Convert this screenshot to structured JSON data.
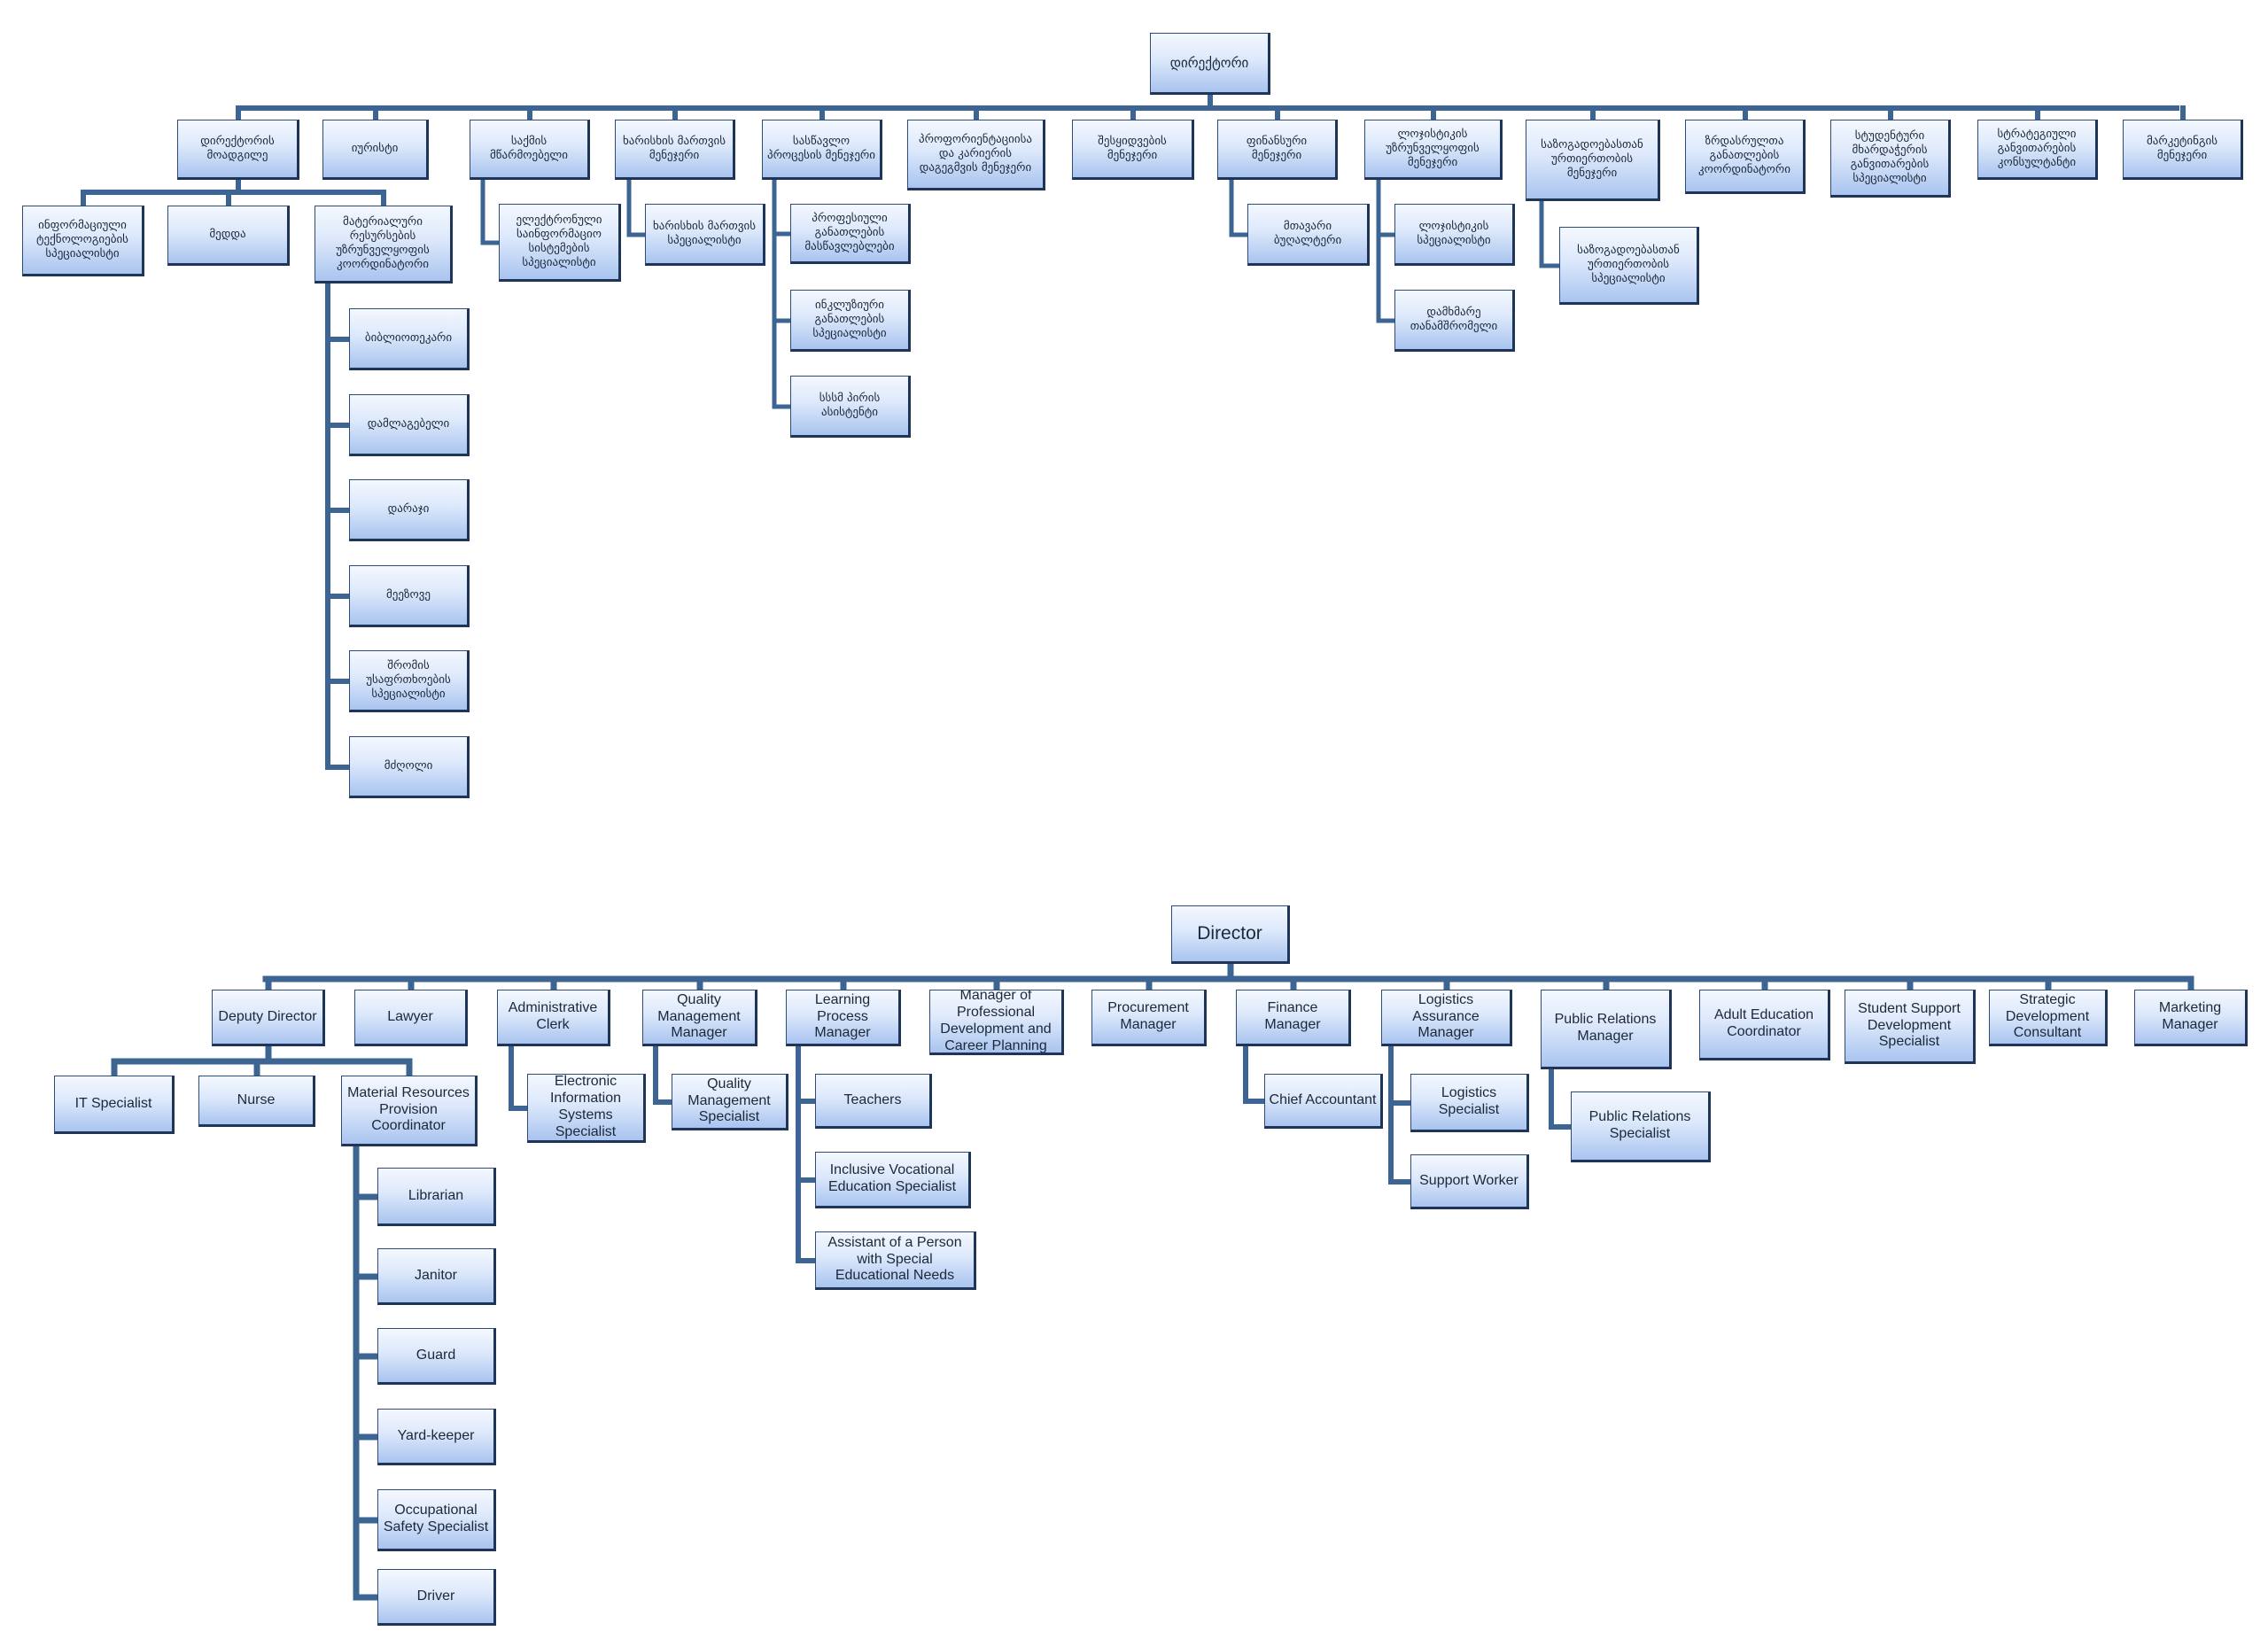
{
  "charts": {
    "georgian": {
      "root": "დირექტორი",
      "top": [
        "დირექტორის მოადგილე",
        "იურისტი",
        "საქმის მწარმოებელი",
        "ხარისხის მართვის მენეჯერი",
        "სასწავლო პროცესის მენეჯერი",
        "პროფორიენტაციისა და კარიერის დაგეგმვის მენეჯერი",
        "შესყიდვების მენეჯერი",
        "ფინანსური მენეჯერი",
        "ლოჯისტიკის უზრუნველყოფის მენეჯერი",
        "საზოგადოებასთან ურთიერთობის მენეჯერი",
        "ზრდასრულთა განათლების კოორდინატორი",
        "სტუდენტური მხარდაჭერის განვითარების სპეციალისტი",
        "სტრატეგიული განვითარების კონსულტანტი",
        "მარკეტინგის მენეჯერი"
      ],
      "deputy_children": [
        "ინფორმაციული ტექნოლოგიების სპეციალისტი",
        "მედდა",
        "მატერიალური რესურსების უზრუნველყოფის კოორდინატორი"
      ],
      "material_children": [
        "ბიბლიოთეკარი",
        "დამლაგებელი",
        "დარაჯი",
        "მეეზოვე",
        "შრომის უსაფრთხოების სპეციალისტი",
        "მძღოლი"
      ],
      "clerk_children": [
        "ელექტრონული საინფორმაციო სისტემების სპეციალისტი"
      ],
      "quality_children": [
        "ხარისხის მართვის სპეციალისტი"
      ],
      "learning_children": [
        "პროფესიული განათლების მასწავლებლები",
        "ინკლუზიური განათლების სპეციალისტი",
        "სსსმ პირის ასისტენტი"
      ],
      "finance_children": [
        "მთავარი ბუღალტერი"
      ],
      "logistics_children": [
        "ლოჯისტიკის სპეციალისტი",
        "დამხმარე თანამშრომელი"
      ],
      "pr_children": [
        "საზოგადოებასთან ურთიერთობის სპეციალისტი"
      ]
    },
    "english": {
      "root": "Director",
      "top": [
        "Deputy Director",
        "Lawyer",
        "Administrative Clerk",
        "Quality Management Manager",
        "Learning Process Manager",
        "Manager of Professional Development and Career Planning",
        "Procurement Manager",
        "Finance Manager",
        "Logistics Assurance Manager",
        "Public Relations Manager",
        "Adult Education Coordinator",
        "Student Support Development Specialist",
        "Strategic Development Consultant",
        "Marketing Manager"
      ],
      "deputy_children": [
        "IT  Specialist",
        "Nurse",
        "Material Resources Provision Coordinator"
      ],
      "material_children": [
        "Librarian",
        "Janitor",
        "Guard",
        "Yard-keeper",
        "Occupational Safety Specialist",
        "Driver"
      ],
      "clerk_children": [
        "Electronic Information Systems Specialist"
      ],
      "quality_children": [
        "Quality Management Specialist"
      ],
      "learning_children": [
        "Teachers",
        "Inclusive Vocational Education Specialist",
        "Assistant of a Person with Special Educational Needs"
      ],
      "finance_children": [
        "Chief Accountant"
      ],
      "logistics_children": [
        "Logistics Specialist",
        "Support Worker"
      ],
      "pr_children": [
        "Public Relations Specialist"
      ]
    }
  },
  "colors": {
    "connector": "#3d6593",
    "box_gradient_top": "#f4f8fe",
    "box_gradient_bottom": "#a9c4ef",
    "box_border": "#2f4c78"
  }
}
